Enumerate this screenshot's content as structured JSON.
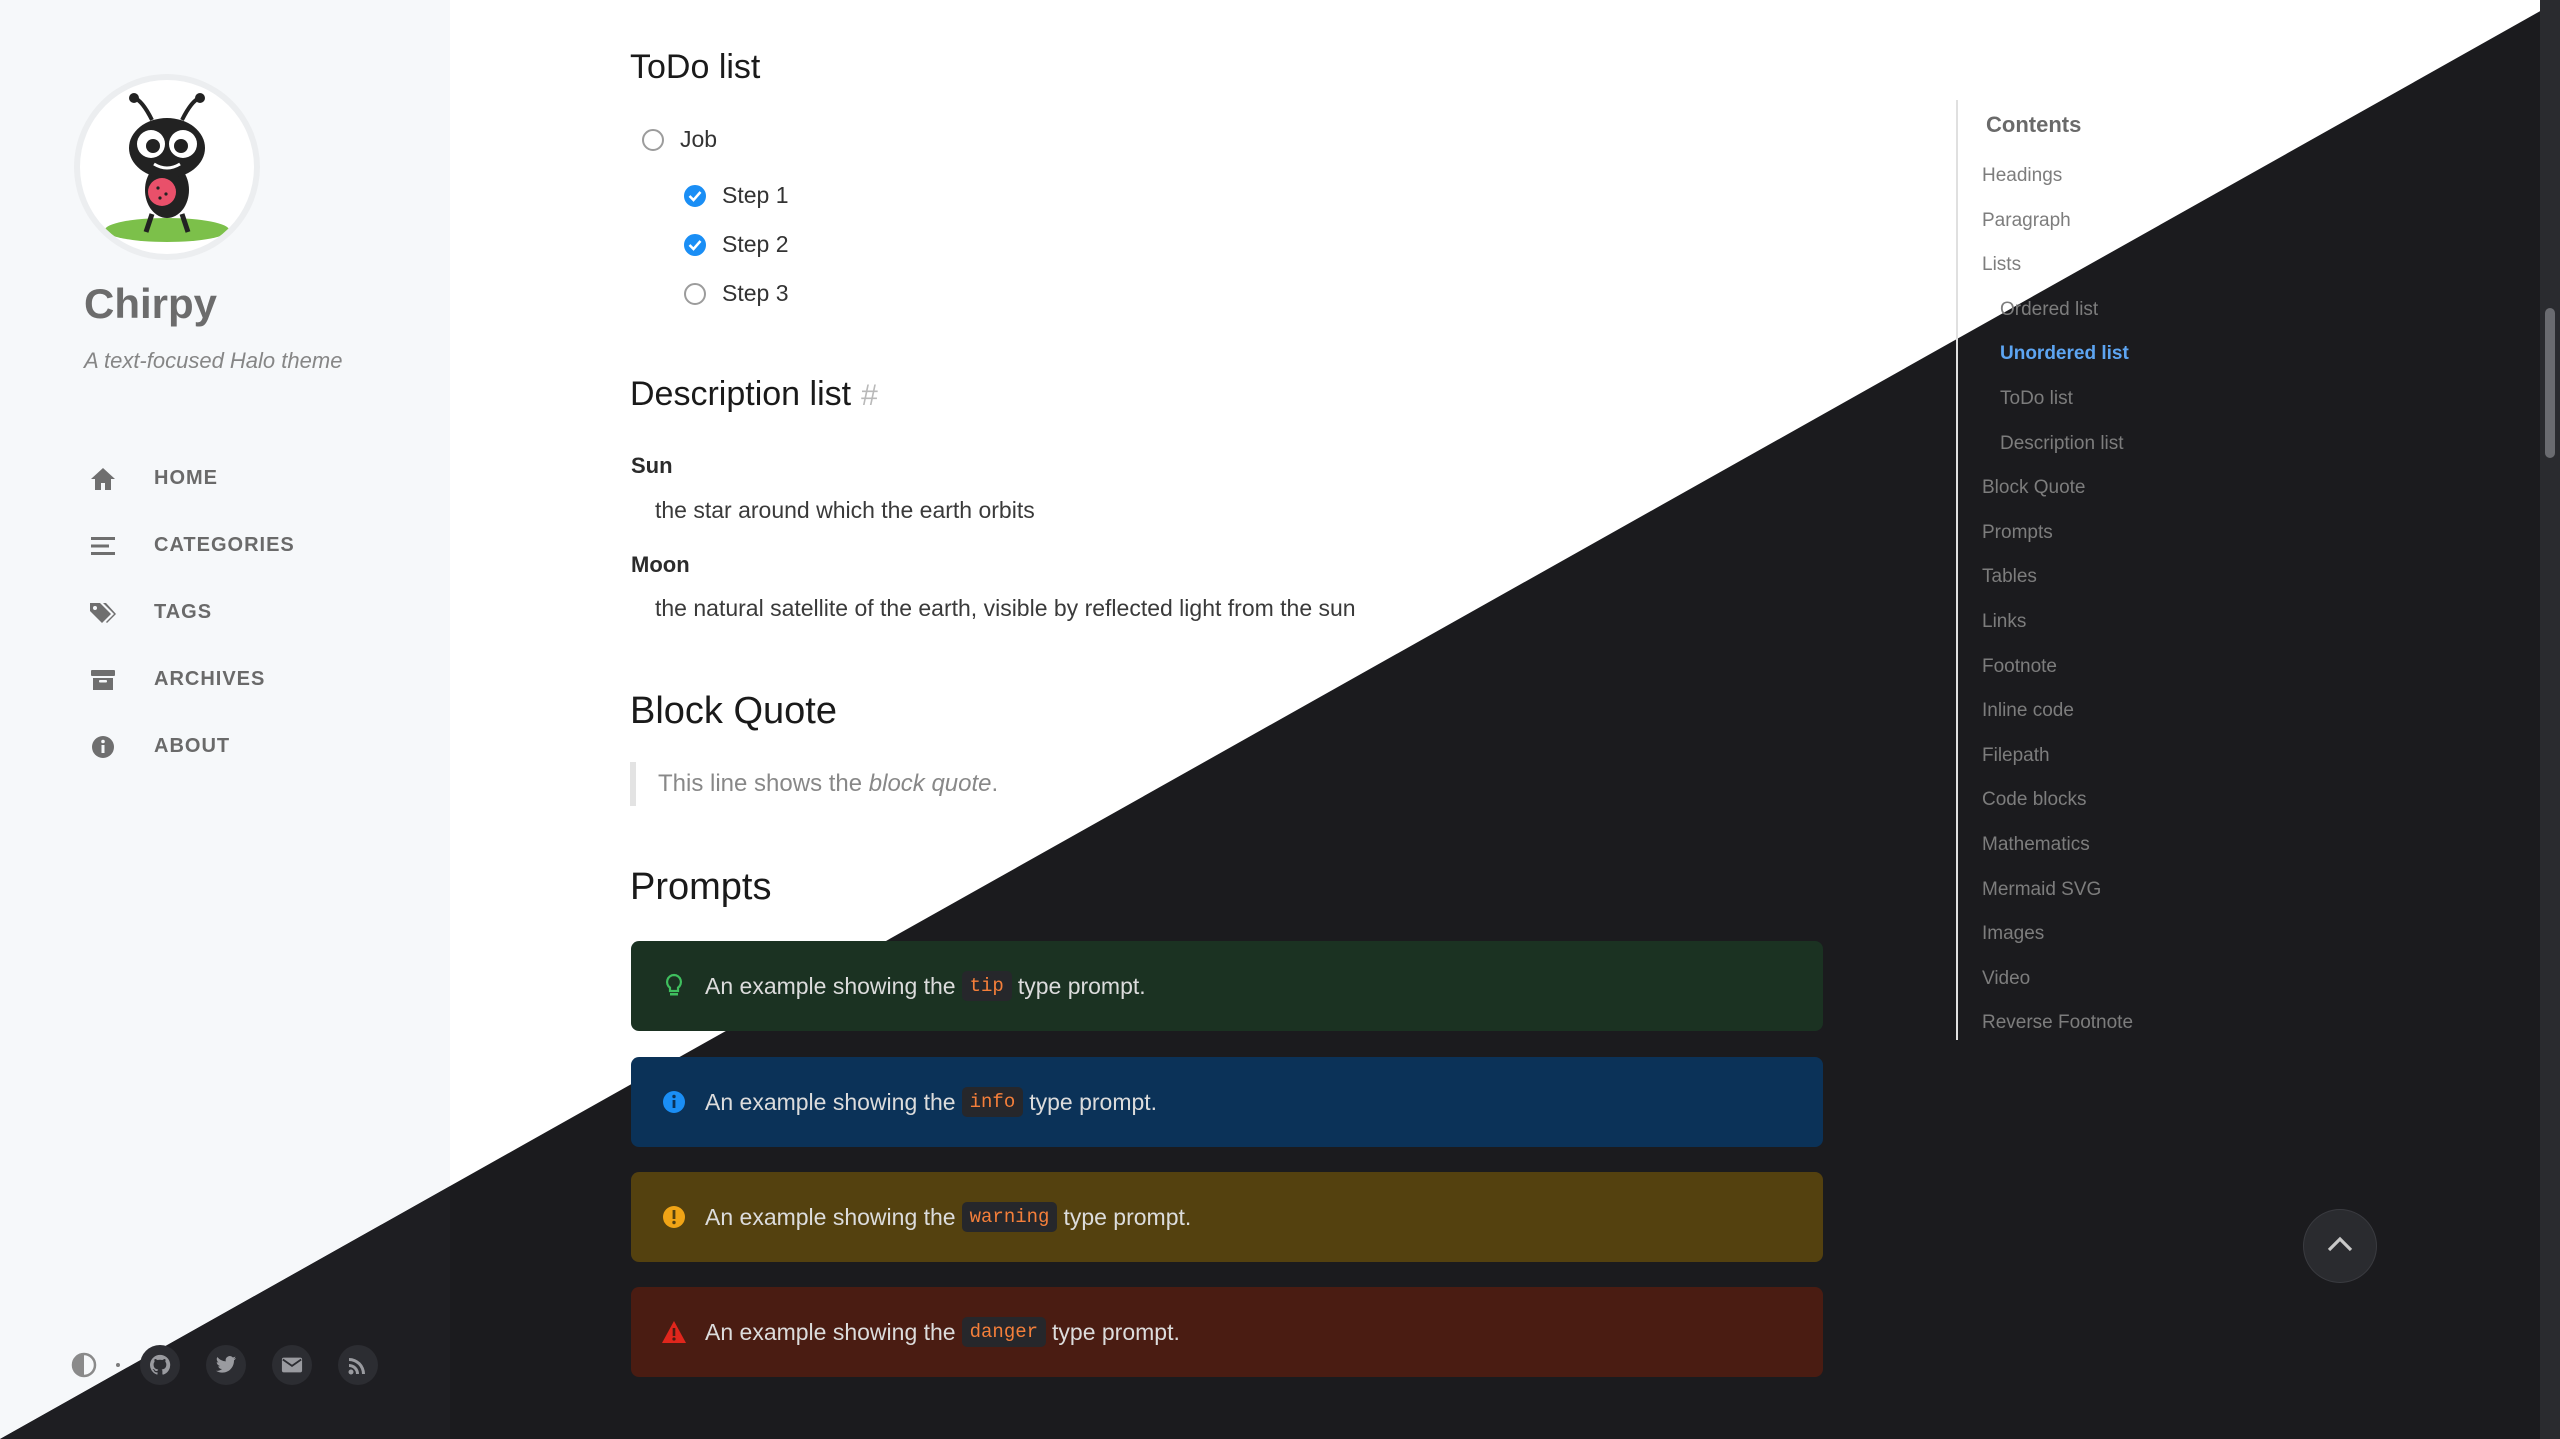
{
  "sidebar": {
    "title": "Chirpy",
    "subtitle": "A text-focused Halo theme",
    "nav": [
      {
        "label": "HOME",
        "icon": "home-icon"
      },
      {
        "label": "CATEGORIES",
        "icon": "categories-icon"
      },
      {
        "label": "TAGS",
        "icon": "tags-icon"
      },
      {
        "label": "ARCHIVES",
        "icon": "archives-icon"
      },
      {
        "label": "ABOUT",
        "icon": "about-icon"
      }
    ],
    "social_icons": [
      "theme-toggle-icon",
      "github-icon",
      "twitter-icon",
      "email-icon",
      "rss-icon"
    ]
  },
  "content": {
    "todo_heading": "ToDo list",
    "todo": [
      {
        "label": "Job",
        "checked": false
      },
      {
        "label": "Step 1",
        "checked": true
      },
      {
        "label": "Step 2",
        "checked": true
      },
      {
        "label": "Step 3",
        "checked": false
      }
    ],
    "desc_heading": "Description list",
    "desc_anchor": "#",
    "desc": [
      {
        "term": "Sun",
        "def": "the star around which the earth orbits"
      },
      {
        "term": "Moon",
        "def": "the natural satellite of the earth, visible by reflected light from the sun"
      }
    ],
    "bq_heading": "Block Quote",
    "bq_text_pre": "This line shows the ",
    "bq_text_em": "block quote",
    "bq_text_post": ".",
    "prompts_heading": "Prompts",
    "prompts": [
      {
        "pre": "An example showing the",
        "code": "tip",
        "post": "type prompt."
      },
      {
        "pre": "An example showing the",
        "code": "info",
        "post": "type prompt."
      },
      {
        "pre": "An example showing the",
        "code": "warning",
        "post": "type prompt."
      },
      {
        "pre": "An example showing the",
        "code": "danger",
        "post": "type prompt."
      }
    ]
  },
  "toc": {
    "title": "Contents",
    "items": [
      {
        "label": "Headings",
        "sub": false
      },
      {
        "label": "Paragraph",
        "sub": false
      },
      {
        "label": "Lists",
        "sub": false
      },
      {
        "label": "Ordered list",
        "sub": true
      },
      {
        "label": "Unordered list",
        "sub": true,
        "active": true
      },
      {
        "label": "ToDo list",
        "sub": true
      },
      {
        "label": "Description list",
        "sub": true
      },
      {
        "label": "Block Quote",
        "sub": false
      },
      {
        "label": "Prompts",
        "sub": false
      },
      {
        "label": "Tables",
        "sub": false
      },
      {
        "label": "Links",
        "sub": false
      },
      {
        "label": "Footnote",
        "sub": false
      },
      {
        "label": "Inline code",
        "sub": false
      },
      {
        "label": "Filepath",
        "sub": false
      },
      {
        "label": "Code blocks",
        "sub": false
      },
      {
        "label": "Mathematics",
        "sub": false
      },
      {
        "label": "Mermaid SVG",
        "sub": false
      },
      {
        "label": "Images",
        "sub": false
      },
      {
        "label": "Video",
        "sub": false
      },
      {
        "label": "Reverse Footnote",
        "sub": false
      }
    ]
  },
  "colors": {
    "accent": "#1a8ef5",
    "toc_active": "#5da5f2",
    "code": "#f57f3a",
    "tip_icon": "#3fbf5e",
    "info_icon": "#1a8ef5",
    "warning_icon": "#f0a416",
    "danger_icon": "#e0261c"
  }
}
